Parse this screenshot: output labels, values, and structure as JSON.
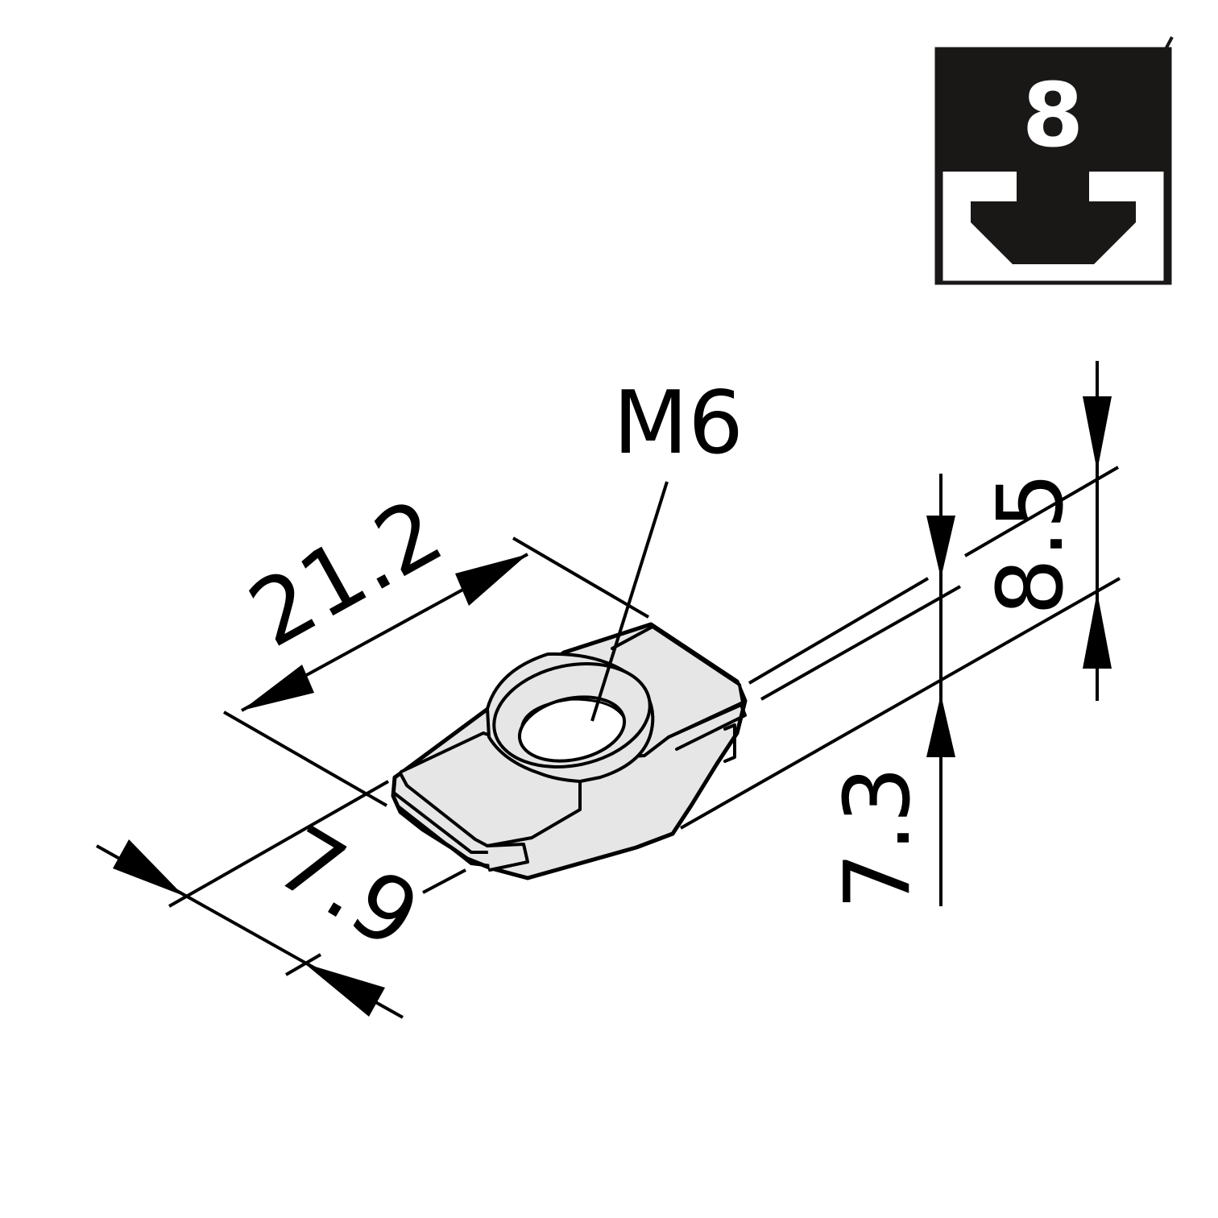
{
  "profile_badge": {
    "slot_size": "8",
    "background": "#1a1717",
    "text_color": "#ffffff"
  },
  "part": {
    "thread": "M6",
    "fill_color": "#e6e6e6",
    "outline_color": "#000000"
  },
  "dimensions": {
    "length": "21.2",
    "width": "7.9",
    "height_total": "7.3",
    "height_top": "8.5"
  }
}
